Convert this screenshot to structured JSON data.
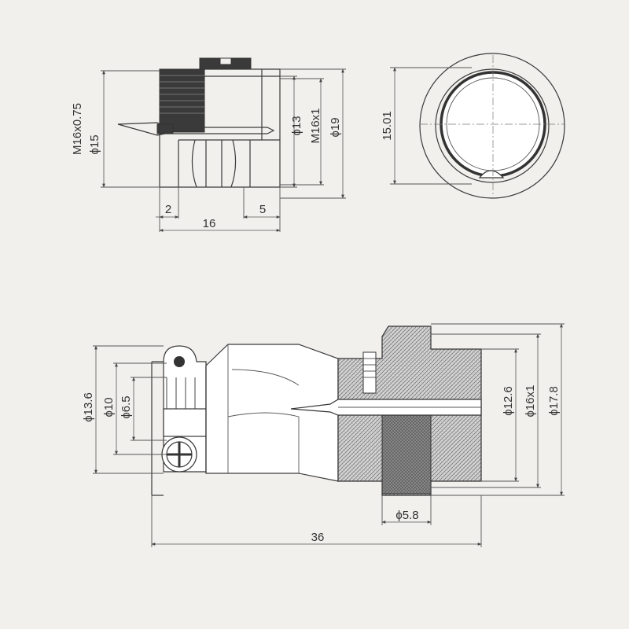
{
  "top_left_view": {
    "dims": {
      "m16x075": "M16x0.75",
      "phi15": "ϕ15",
      "phi13": "ϕ13",
      "m16x1": "M16x1",
      "phi19": "ϕ19",
      "d2": "2",
      "d5": "5",
      "d16": "16"
    }
  },
  "top_right_view": {
    "dims": {
      "d1501": "15.01"
    }
  },
  "bottom_view": {
    "dims": {
      "phi136": "ϕ13.6",
      "phi10": "ϕ10",
      "phi65": "ϕ6.5",
      "phi126": "ϕ12.6",
      "phi16x1": "ϕ16x1",
      "phi178": "ϕ17.8",
      "phi58": "ϕ5.8",
      "d36": "36"
    }
  }
}
